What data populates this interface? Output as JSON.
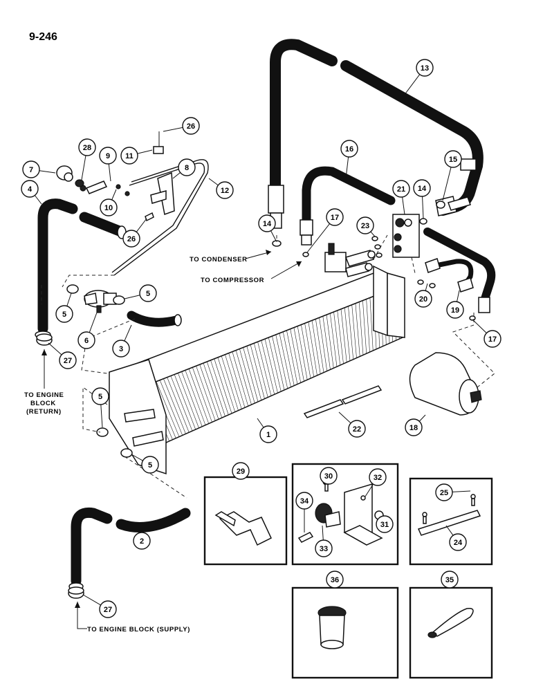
{
  "page_id": "9-246",
  "captions": {
    "to_condenser": "TO CONDENSER",
    "to_compressor": "TO COMPRESSOR",
    "to_engine_block_line1": "TO ENGINE",
    "to_engine_block_line2": "BLOCK",
    "to_engine_block_line3": "(RETURN)",
    "to_engine_block_supply": "TO ENGINE BLOCK (SUPPLY)"
  },
  "callouts": {
    "c1": "1",
    "c2": "2",
    "c3": "3",
    "c4": "4",
    "c5a": "5",
    "c5b": "5",
    "c5c": "5",
    "c5d": "5",
    "c6": "6",
    "c7": "7",
    "c8": "8",
    "c9": "9",
    "c10": "10",
    "c11": "11",
    "c12": "12",
    "c13": "13",
    "c14a": "14",
    "c14b": "14",
    "c15": "15",
    "c16": "16",
    "c17a": "17",
    "c17b": "17",
    "c18": "18",
    "c19": "19",
    "c20": "20",
    "c21": "21",
    "c22": "22",
    "c23": "23",
    "c24": "24",
    "c25": "25",
    "c26a": "26",
    "c26b": "26",
    "c27a": "27",
    "c27b": "27",
    "c28": "28",
    "c29": "29",
    "c30": "30",
    "c31": "31",
    "c32": "32",
    "c33": "33",
    "c34": "34",
    "c35": "35",
    "c36": "36"
  }
}
